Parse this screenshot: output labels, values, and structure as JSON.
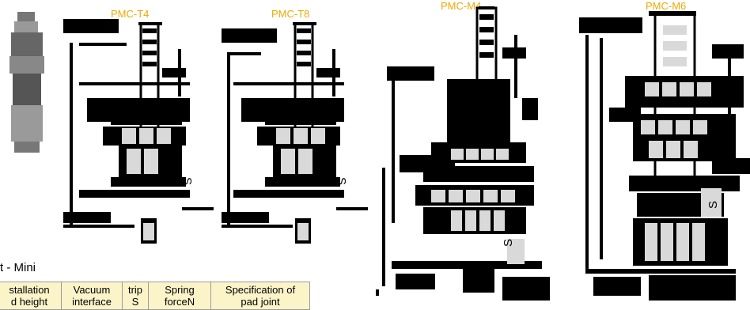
{
  "models": {
    "t4": {
      "label": "PMC-T4",
      "dim_s": "S"
    },
    "t8": {
      "label": "PMC-T8",
      "dim_s": "S"
    },
    "m4": {
      "label": "PMC-M4",
      "dim_s": "S"
    },
    "m6": {
      "label": "PMC-M6",
      "dim_s": "S"
    }
  },
  "section": {
    "title": "t - Mini"
  },
  "table": {
    "headers": [
      [
        "stallation",
        "d height"
      ],
      [
        "Vacuum",
        "interface"
      ],
      [
        "trip",
        "S"
      ],
      [
        "Spring",
        "forceN"
      ],
      [
        "Specification of",
        "pad joint"
      ]
    ]
  },
  "colors": {
    "label": "#f0a800",
    "header_bg": "#fbf4c9",
    "drawing_fill": "#d9d9d9"
  }
}
